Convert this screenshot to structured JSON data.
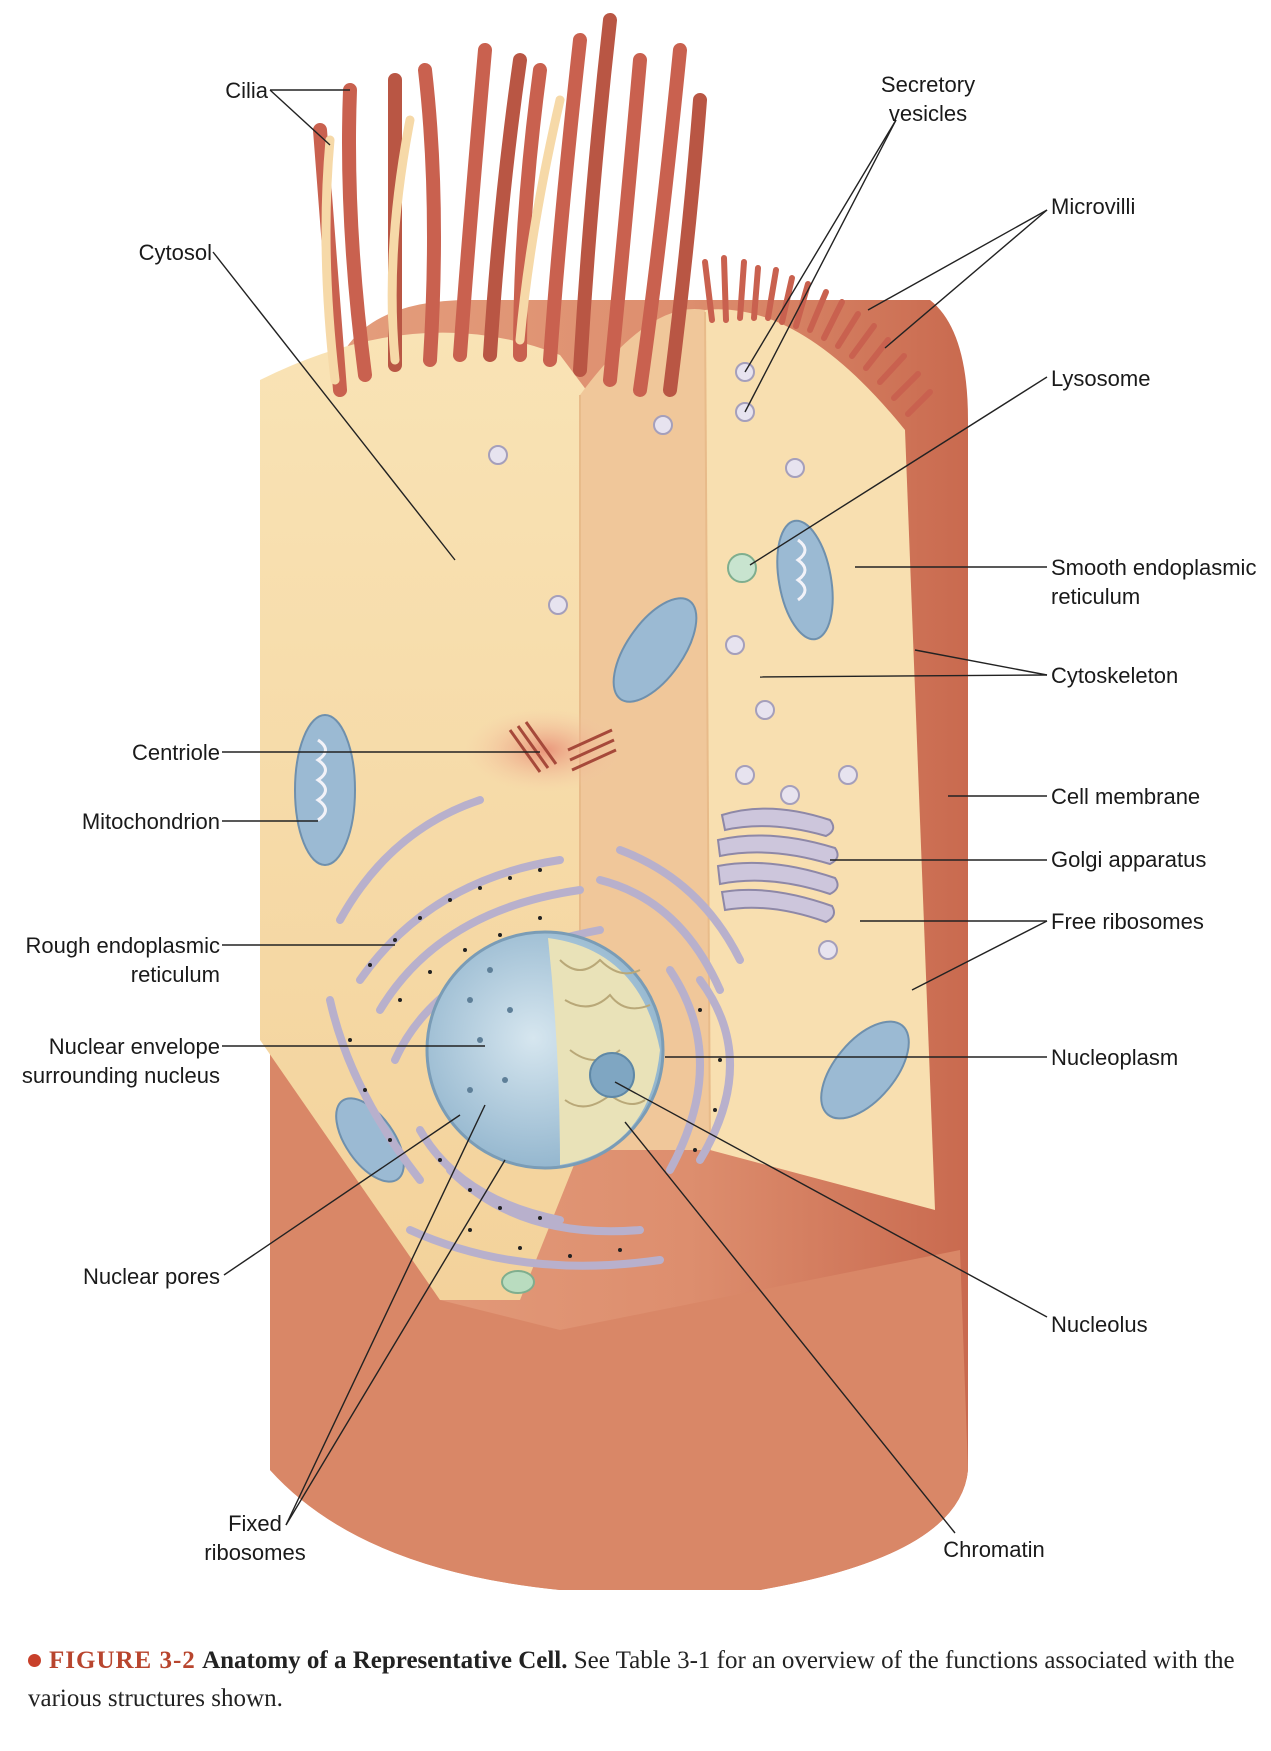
{
  "labels": {
    "cilia": "Cilia",
    "cytosol": "Cytosol",
    "centriole": "Centriole",
    "mitochondrion": "Mitochondrion",
    "rough_er_1": "Rough endoplasmic",
    "rough_er_2": "reticulum",
    "nuclear_envelope_1": "Nuclear envelope",
    "nuclear_envelope_2": "surrounding nucleus",
    "nuclear_pores": "Nuclear pores",
    "fixed_ribosomes_1": "Fixed",
    "fixed_ribosomes_2": "ribosomes",
    "secretory_vesicles_1": "Secretory",
    "secretory_vesicles_2": "vesicles",
    "microvilli": "Microvilli",
    "lysosome": "Lysosome",
    "smooth_er_1": "Smooth endoplasmic",
    "smooth_er_2": "reticulum",
    "cytoskeleton": "Cytoskeleton",
    "cell_membrane": "Cell membrane",
    "golgi": "Golgi apparatus",
    "free_ribosomes": "Free ribosomes",
    "nucleoplasm": "Nucleoplasm",
    "nucleolus": "Nucleolus",
    "chromatin": "Chromatin"
  },
  "caption": {
    "figure_number": "FIGURE 3-2",
    "title": "Anatomy of a Representative Cell.",
    "text": "See Table 3-1 for an overview of the functions associated with the various structures shown."
  },
  "colors": {
    "membrane": "#d9866a",
    "cytoplasm": "#f7dca4",
    "cilia": "#c9614f",
    "organelle": "#c9c2d8",
    "nucleus": "#9fbfd6",
    "caption_accent": "#b8452e"
  }
}
